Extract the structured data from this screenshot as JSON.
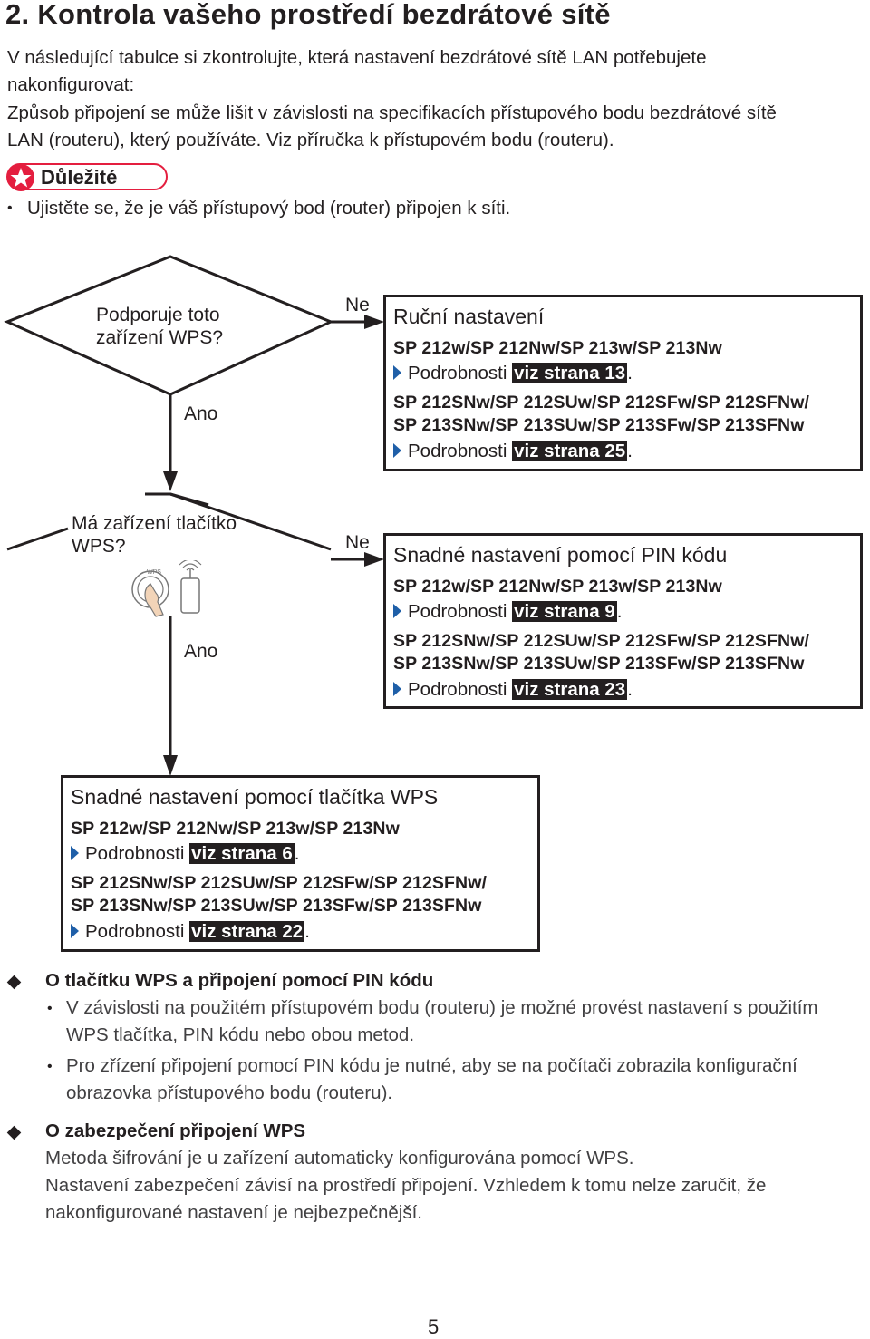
{
  "heading": "2.  Kontrola vašeho prostředí bezdrátové sítě",
  "intro": {
    "line1": "V  následující  tabulce  si  zkontrolujte,  která  nastavení  bezdrátové  sítě  LAN  potřebujete",
    "line2": "nakonfigurovat:",
    "line3": "Způsob připojení se může lišit v závislosti na specifikacích přístupového bodu bezdrátové sítě",
    "line4": "LAN (routeru), který používáte. Viz příručka k přístupovém bodu (routeru)."
  },
  "important": {
    "label": "Důležité",
    "bullet": "Ujistěte se, že je váš přístupový bod (router) připojen k síti."
  },
  "flow": {
    "q1_line1": "Podporuje toto",
    "q1_line2": "zařízení WPS?",
    "q2_line1": "Má zařízení tlačítko",
    "q2_line2": "WPS?",
    "no_label": "Ne",
    "yes_label": "Ano",
    "wps_small": "WPS",
    "boxes": [
      {
        "title": "Ruční nastavení",
        "models_a": "SP 212w/SP 212Nw/SP 213w/SP 213Nw",
        "ref_a_prefix": "Podrobnosti ",
        "ref_a_link": "viz strana 13",
        "models_b1": "SP  212SNw/SP  212SUw/SP  212SFw/SP  212SFNw/",
        "models_b2": "SP 213SNw/SP 213SUw/SP 213SFw/SP 213SFNw",
        "ref_b_prefix": "Podrobnosti ",
        "ref_b_link": "viz strana 25",
        "period": "."
      },
      {
        "title": "Snadné nastavení pomocí PIN kódu",
        "models_a": "SP 212w/SP 212Nw/SP 213w/SP 213Nw",
        "ref_a_prefix": "Podrobnosti ",
        "ref_a_link": "viz strana 9",
        "models_b1": "SP  212SNw/SP  212SUw/SP  212SFw/SP  212SFNw/",
        "models_b2": "SP 213SNw/SP 213SUw/SP 213SFw/SP 213SFNw",
        "ref_b_prefix": "Podrobnosti ",
        "ref_b_link": "viz strana 23",
        "period": "."
      },
      {
        "title": "Snadné nastavení pomocí tlačítka WPS",
        "models_a": "SP 212w/SP 212Nw/SP 213w/SP 213Nw",
        "ref_a_prefix": "Podrobnosti ",
        "ref_a_link": "viz strana 6",
        "models_b1": "SP  212SNw/SP  212SUw/SP  212SFw/SP  212SFNw/",
        "models_b2": "SP 213SNw/SP 213SUw/SP 213SFw/SP 213SFNw",
        "ref_b_prefix": "Podrobnosti ",
        "ref_b_link": "viz strana 22",
        "period": "."
      }
    ]
  },
  "section1": {
    "title": "O tlačítku WPS a připojení pomocí PIN kódu",
    "b1_line1": "V závislosti na použitém přístupovém bodu (routeru) je možné provést nastavení s použitím",
    "b1_line2": "WPS tlačítka, PIN kódu nebo obou metod.",
    "b2_line1": "Pro zřízení připojení pomocí PIN kódu je nutné, aby se na počítači zobrazila konfigurační",
    "b2_line2": "obrazovka přístupového bodu (routeru)."
  },
  "section2": {
    "title": "O zabezpečení připojení WPS",
    "line1": "Metoda šifrování je u zařízení automaticky konfigurována pomocí WPS.",
    "line2": "Nastavení  zabezpečení  závisí  na  prostředí  připojení.  Vzhledem  k  tomu  nelze  zaručit,  že",
    "line3": "nakonfigurované nastavení je nejbezpečnější."
  },
  "page_number": "5",
  "colors": {
    "accent_red": "#e41e3f",
    "triangle_blue": "#1f5fa8",
    "ink": "#231f20"
  }
}
